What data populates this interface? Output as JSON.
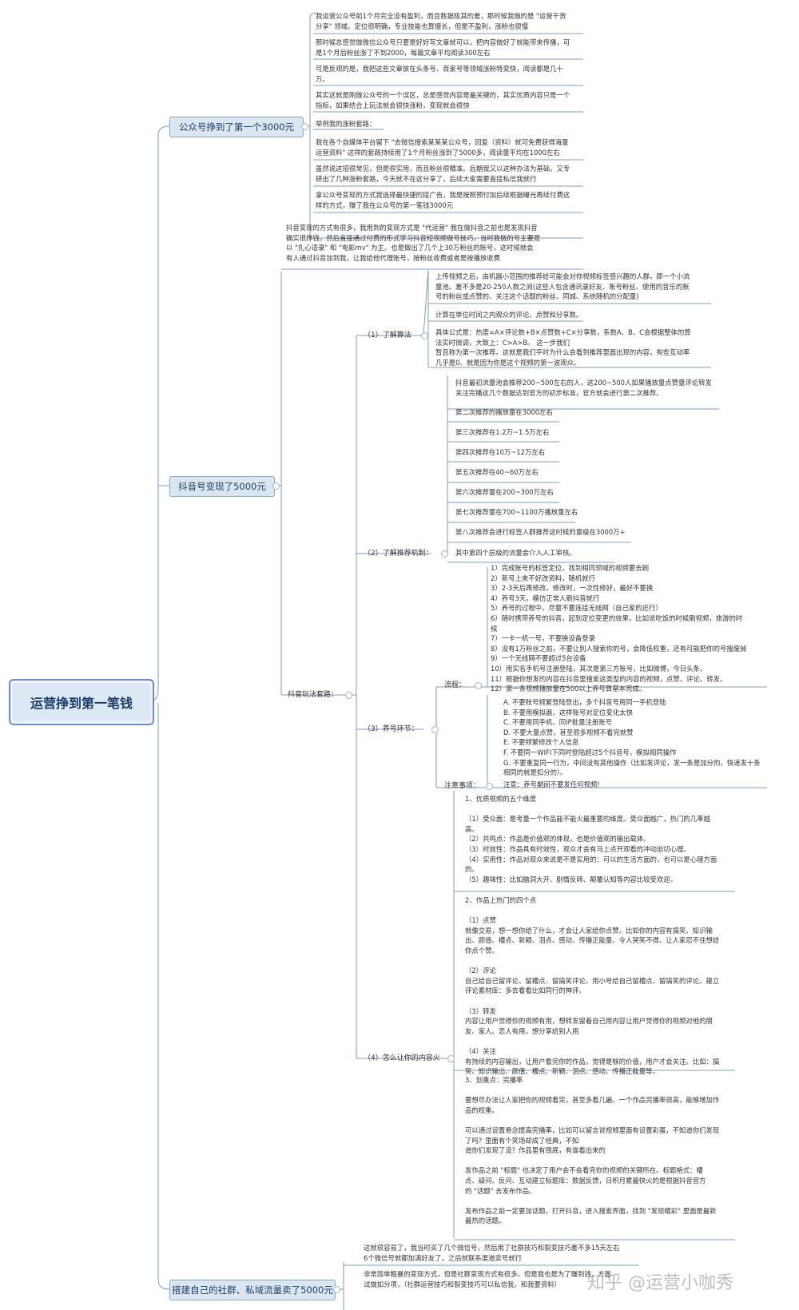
{
  "root": "运营挣到第一笔钱",
  "branches": {
    "b1": "公众号挣到了第一个3000元",
    "b2": "抖音号变现了5000元",
    "b3": "搭建自己的社群、私域流量卖了5000元"
  },
  "gzh": [
    "我运营公众号前1个月完全没有盈利，而且数据极其的差，那时候我做的是 \"运营干货\n分享\" 领域。定位很明确，专业技能也算擅长，但是不盈利，涨粉也很慢",
    "那时候总感觉做微信公众号只要是好好写文章就可以，把内容做好了就能带来传播，可\n是1个月后粉丝涨了不到2000，每篇文章平均阅读300左右",
    "可是反观的是，我把这些文章放在头条号、百家号等领域涨粉特变快，阅读都是几十\n万。",
    "其实这就是刚做公众号的一个误区，总是感觉内容是最关键的，其实优质内容只是一个\n指标，如果结合上玩法就会很快涨粉，变现就会很快",
    "举例我的涨粉套路：",
    "我在各个自媒体平台留下 \"去微信搜索某某某公众号，回复（资料）就可免费获得海量\n运营资料\" 这样的套路持续用了1个月粉丝涨到了5000多，阅读量平均在1000左右",
    "虽然说这招很常见，但是很实用，而且粉丝很精准。后期我又以这种办法为基础，又专\n研出了几种涨粉套路，今天就不在这分享了，后续大家需要直接私信我就行",
    "拿公众号变现的方式我选择最快捷的接广告，我是按照预付加后续根据曝光再续付费这\n样的方式，赚了我在公众号的第一笔钱3000元"
  ],
  "dy_intro": "抖音变现的方式有很多，我用到的变现方式是 \"代运营\" 我在做抖音之前也是发现抖音\n确实很挣钱，然后直接通过付费的形式学习抖音短视频做号技巧，当时我做的号主要是\n以 \"扎心语录\" 和 \"电影mv\" 为主。也是做出了几个上30万粉丝的账号，这时候就会\n有人通过抖音加到我，让我给他代理账号，按粉丝收费或者是按播放收费",
  "dy_play": "抖音玩法套路：",
  "s1": {
    "label": "（1）了解算法",
    "items": [
      "上传视频之后，由机器小范围的推荐给可能会对你视频标签感兴趣的人群，即一个小流\n量池。差不多是20-250人数之间(这些人包含通讯录好友、账号粉丝、使用的音乐的账\n号的粉丝或点赞的、关注这个话题的粉丝、同城、系统随机的分配量)",
      "计算在单位时间之内观众的评论、点赞和分享数。",
      "具体公式是：热度=A×评论数+B×点赞数+C×分享数，系数A、B、C会根据整体的算\n法实时微调，大致上：C>A>B。 这一步我们\n暂且称为第一次推荐。这就是我们平时为什么会看到推荐里面出现的内容，有些互动率\n几乎是0。就是因为你是这个视频的第一波观众。"
    ]
  },
  "s2": {
    "label": "（2）了解推荐机制：",
    "items": [
      "抖音最初流量池会推荐200~500左右的人，这200~500人如果播放量点赞量评论转发\n关注完播这几个数据达到官方的初步标准，官方就会进行第二次推荐。",
      "第二次推荐的播放量在3000左右",
      "第三次推荐在1.2万~1.5万左右",
      "第四次推荐在10万~12万左右",
      "第五次推荐在40~60万左右",
      "第六次推荐量在200~300万左右",
      "第七次推荐量在700~1100万播放量左右",
      "第八次推荐会进行标签人群推荐这时候的量级在3000万+",
      "其中第四个层级的流量会介入人工审核。"
    ]
  },
  "s3": {
    "label": "（3）养号环节：",
    "flow_label": "流程：",
    "flow": "1）完成账号的标签定位，找到相同领域的视频要去刷\n2）新号上来不好改资料，随机就行\n3）2-3天后再修改，修改时，一次性修好，最好不要换\n4）养号3天，模仿正常人刷抖音就行\n5）养号的过程中，尽量不要连接无线网（自己家的还行）\n6）随时携带养号的抖音，起到定位变更的效果，比如说吃饭的时候刷视频，旅游的时\n候\n7）一卡一机一号，不要换设备登录\n8）没有1万粉丝之前，不要让别人搜索你的号，会降低权重，还有可能把你的号搜废掉\n9）一个无线网不要超过5台设备\n10）用实名手机号注册登陆，其次是第三方账号，比如微博，今日头条。\n11）根据你想发的内容在抖音里搜索这类型的内容的视频，点赞、评论、转发。\n12）第一条视频播放量在500以上养号算基本完成。",
    "notes_label": "注意事项：",
    "notes": "A. 不要账号频繁登陆登出，多个抖音号用同一手机登陆\nB. 不要用模拟器，这样账号对定位变化太快\nC. 不要用同手机、同IP批量注册账号\nD. 不要大量点赞，甚至很多视频不看完就赞\nE. 不要频繁修改个人信息\nF. 不要同一WIFI下同时登陆超过5个抖音号，模拟相同操作\nG. 不要重复同一行为，中间没有其他操作（比如发评论，发一条是加分的，快速发十条\n相同的就是扣分的）。",
    "notes_last": "注意：养号期间不要发任何视频!"
  },
  "s4": {
    "label": "（4）怎么让你的内容火",
    "five": "1、优质视频的五个维度\n\n（1）受众面：是考量一个作品能不能火最重要的维度。受众面越广，热门的几率越\n高。\n（2）共鸣点：作品是价值观的体现，也是价值观的输出载体。\n（3）时效性：作品具有时效性，观众才会有马上点开观看的冲动迫切心理。\n（4）实用性：作品对观众来说是不是实用的：可以的生活方面的，也可以是心理方面\n的。\n（5）趣味性：比如脑洞大开、剧情反转、颠覆认知等内容比较受欢迎。",
    "hot": "2、作品上热门的四个点\n\n（1）点赞\n就像交易，想一想你给了什么，才会让人家给你点赞。比如你的内容有搞笑、知识输\n出、颜值、槽点、新颖、泪点、感动、传播正能量、令人哭笑不得、让人家忍不住想给\n你点个赞。\n\n（2）评论\n自己给自己留评论、留槽点、留搞笑评论。用小号给自己留槽点、留搞笑的评论。建立\n评论素材库：多去看看比如同行的神评。\n\n（3）转发\n内容让用户觉得你的视频有用，想转发留着自己用内容让用户觉得你的视频对他的朋\n友、家人、恋人有用，想分享给别人用\n\n（4）关注\n有持续的内容输出，让用户看完你的作品，觉得是够的价值，用户才会关注。比如：搞\n笑、知识输出、颜值、槽点、新颖、泪点、感动、传播正能量等。",
    "focus": "3、划重点：完播率\n\n要想尽办法让人家把你的视频看完，甚至多看几遍。一个作品完播率很高，能够增加作\n品的权重。\n\n可以通过设置悬念提高完播率，比如可以留言说视频里面有设置彩蛋，不知道你们发现\n了吗？里面有个笑场却成了经典，不知\n道你们发现了没？作品里有毁底，有谁看出来的\n\n发作品之前 \"标题\" 也决定了用户会不会看完你的视频的关键所在。标题格式：槽\n点、疑问、反问、互动建立标题库：数据反馈，日积月累最快火的是根据抖音官方\n的 \"话题\" 去发布作品。\n\n发布作品之前一定要加话题，打开抖音，进入搜索界面，找到 \"发现精彩\" 里面是最新\n最热的话题。"
  },
  "b3_items": [
    "这就很容易了，我当时买了几个微信号，然后用了社群技巧和裂变技巧差不多15天左右\n6个微信号就都加满好友了，之后就联系渠道卖号就行",
    "非常简单粗暴的变现方式，但是社群变现方式有很多。但是我也是为了赚到钱，方面\n试做如分项，（社群运营技巧和裂变技巧可以私信我，和我要资料）"
  ],
  "watermark": "知乎 @运营小咖秀"
}
